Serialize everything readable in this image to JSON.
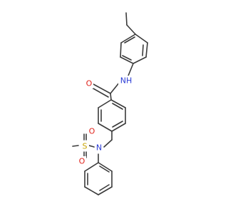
{
  "molecule": {
    "atoms": {
      "amide_n": {
        "text": "NH",
        "color": "#2a3bd6"
      },
      "carbonyl_o": {
        "text": "O",
        "color": "#e0231b"
      },
      "amine_n": {
        "text": "N",
        "color": "#2a3bd6"
      },
      "sulfur": {
        "text": "S",
        "color": "#c9a400"
      },
      "sulfonyl_o1": {
        "text": "O",
        "color": "#e0231b"
      },
      "sulfonyl_o2": {
        "text": "O",
        "color": "#e0231b"
      }
    },
    "bond_color": "#3a3a3a"
  }
}
